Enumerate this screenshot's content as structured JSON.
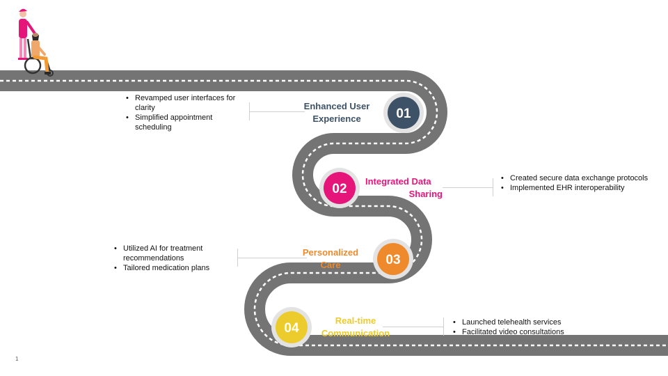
{
  "milestones": [
    {
      "number": "01",
      "title_lines": [
        "Enhanced User",
        "Experience"
      ],
      "bullets": [
        "Revamped user interfaces for clarity",
        "Simplified appointment scheduling"
      ],
      "color": "#3d5266"
    },
    {
      "number": "02",
      "title_lines": [
        "Integrated Data",
        "Sharing"
      ],
      "bullets": [
        "Created secure data exchange protocols",
        "Implemented EHR interoperability"
      ],
      "color": "#e6157a"
    },
    {
      "number": "03",
      "title_lines": [
        "Personalized",
        "Care"
      ],
      "bullets": [
        "Utilized AI for treatment recommendations",
        "Tailored medication plans"
      ],
      "color": "#ee8a2b"
    },
    {
      "number": "04",
      "title_lines": [
        "Real-time",
        "Communication"
      ],
      "bullets": [
        "Launched telehealth services",
        "Facilitated video consultations"
      ],
      "color": "#eccb2c"
    }
  ],
  "page_number": "1",
  "road_color": "#747474",
  "badge_ring_color": "#e3e3e3"
}
